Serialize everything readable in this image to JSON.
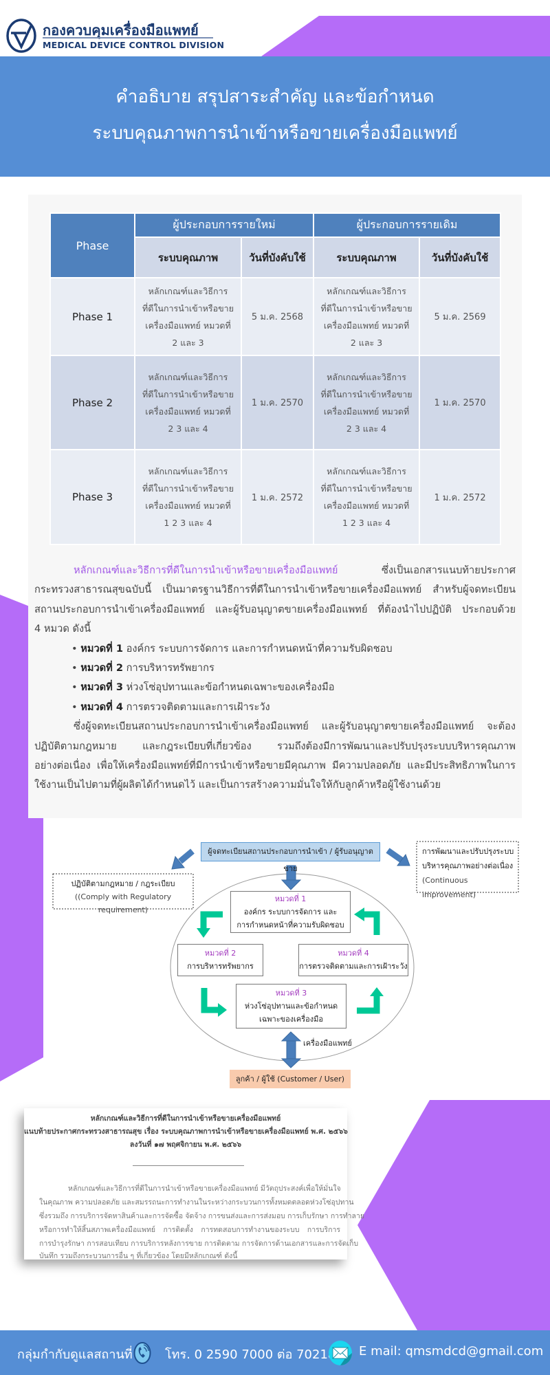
{
  "header": {
    "org_name_th": "กองควบคุมเครื่องมือแพทย์",
    "org_name_en": "MEDICAL DEVICE CONTROL DIVISION",
    "title_line1": "คำอธิบาย สรุปสาระสำคัญ และข้อกำหนด",
    "title_line2": "ระบบคุณภาพการนำเข้าหรือขายเครื่องมือแพทย์"
  },
  "colors": {
    "accent_blue": "#558ed5",
    "accent_purple": "#b56cf8",
    "table_header": "#4f81bd",
    "highlight": "#a25ae6",
    "arrow_green": "#00c896"
  },
  "table": {
    "phase_header": "Phase",
    "group_new": "ผู้ประกอบการรายใหม่",
    "group_existing": "ผู้ประกอบการรายเดิม",
    "col_system": "ระบบคุณภาพ",
    "col_date": "วันที่บังคับใช้",
    "rows": [
      {
        "phase": "Phase 1",
        "new_system": [
          "หลักเกณฑ์และวิธีการ",
          "ที่ดีในการนำเข้าหรือขาย",
          "เครื่องมือแพทย์ หมวดที่",
          "2 และ 3"
        ],
        "new_date": "5 ม.ค. 2568",
        "old_system": [
          "หลักเกณฑ์และวิธีการ",
          "ที่ดีในการนำเข้าหรือขาย",
          "เครื่องมือแพทย์ หมวดที่",
          "2 และ 3"
        ],
        "old_date": "5 ม.ค. 2569"
      },
      {
        "phase": "Phase 2",
        "new_system": [
          "หลักเกณฑ์และวิธีการ",
          "ที่ดีในการนำเข้าหรือขาย",
          "เครื่องมือแพทย์ หมวดที่",
          "2  3  และ 4"
        ],
        "new_date": "1 ม.ค. 2570",
        "old_system": [
          "หลักเกณฑ์และวิธีการ",
          "ที่ดีในการนำเข้าหรือขาย",
          "เครื่องมือแพทย์ หมวดที่",
          "2  3  และ 4"
        ],
        "old_date": "1 ม.ค. 2570"
      },
      {
        "phase": "Phase 3",
        "new_system": [
          "หลักเกณฑ์และวิธีการ",
          "ที่ดีในการนำเข้าหรือขาย",
          "เครื่องมือแพทย์ หมวดที่",
          "1 2  3  และ 4"
        ],
        "new_date": "1 ม.ค. 2572",
        "old_system": [
          "หลักเกณฑ์และวิธีการ",
          "ที่ดีในการนำเข้าหรือขาย",
          "เครื่องมือแพทย์ หมวดที่",
          "1 2  3  และ 4"
        ],
        "old_date": "1 ม.ค. 2572"
      }
    ]
  },
  "intro": {
    "highlight": "หลักเกณฑ์และวิธีการที่ดีในการนำเข้าหรือขายเครื่องมือแพทย์",
    "line1_rest": " ซึ่งเป็นเอกสารแนบท้ายประกาศ",
    "line2": "กระทรวงสาธารณสุขฉบับนี้ เป็นมาตรฐานวิธีการที่ดีในการนำเข้าหรือขายเครื่องมือแพทย์ สำหรับผู้จดทะเบียน",
    "line3": "สถานประกอบการนำเข้าเครื่องมือแพทย์ และผู้รับอนุญาตขายเครื่องมือแพทย์ ที่ต้องนำไปปฏิบัติ ประกอบด้วย",
    "line4": "4 หมวด ดังนี้",
    "bullets": [
      {
        "label": "หมวดที่ 1",
        "text": " องค์กร ระบบการจัดการ และการกำหนดหน้าที่ความรับผิดชอบ"
      },
      {
        "label": "หมวดที่ 2",
        "text": " การบริหารทรัพยากร"
      },
      {
        "label": "หมวดที่ 3",
        "text": " ห่วงโซ่อุปทานและข้อกำหนดเฉพาะของเครื่องมือ"
      },
      {
        "label": "หมวดที่ 4",
        "text": " การตรวจติดตามและการเฝ้าระวัง"
      }
    ],
    "closing_lines": [
      "ซึ่งผู้จดทะเบียนสถานประกอบการนำเข้าเครื่องมือแพทย์ และผู้รับอนุญาตขายเครื่องมือแพทย์ จะต้อง",
      "ปฏิบัติตามกฎหมาย และกฎระเบียบที่เกี่ยวข้อง รวมถึงต้องมีการพัฒนาและปรับปรุงระบบบริหารคุณภาพ",
      "อย่างต่อเนื่อง เพื่อให้เครื่องมือแพทย์ที่มีการนำเข้าหรือขายมีคุณภาพ มีความปลอดภัย และมีประสิทธิภาพในการ",
      "ใช้งานเป็นไปตามที่ผู้ผลิตได้กำหนดไว้ และเป็นการสร้างความมั่นใจให้กับลูกค้าหรือผู้ใช้งานด้วย"
    ]
  },
  "diagram": {
    "top": "ผู้จดทะเบียนสถานประกอบการนำเข้า / ผู้รับอนุญาตขาย",
    "left_line1": "ปฏิบัติตามกฎหมาย / กฎระเบียบ",
    "left_line2": "((Comply with Regulatory requirement)",
    "right_line1": "การพัฒนาและปรับปรุงระบบ",
    "right_line2": "บริหารคุณภาพอย่างต่อเนื่อง",
    "right_line3": "(Continuous improvement)",
    "cat1_title": "หมวดที่ 1",
    "cat1_line1": "องค์กร ระบบการจัดการ และ",
    "cat1_line2": "การกำหนดหน้าที่ความรับผิดชอบ",
    "cat2_title": "หมวดที่ 2",
    "cat2_line1": "การบริหารทรัพยากร",
    "cat3_title": "หมวดที่ 3",
    "cat3_line1": "ห่วงโซ่อุปทานและข้อกำหนด",
    "cat3_line2": "เฉพาะของเครื่องมือ",
    "cat4_title": "หมวดที่ 4",
    "cat4_line1": "การตรวจติดตามและการเฝ้าระวัง",
    "device_label": "เครื่องมือแพทย์",
    "customer": "ลูกค้า / ผู้ใช้  (Customer / User)"
  },
  "document": {
    "title1": "หลักเกณฑ์และวิธีการที่ดีในการนำเข้าหรือขายเครื่องมือแพทย์",
    "title2": "แนบท้ายประกาศกระทรวงสาธารณสุข เรื่อง ระบบคุณภาพการนำเข้าหรือขายเครื่องมือแพทย์ พ.ศ. ๒๕๖๖",
    "title3": "ลงวันที่ ๑๗ พฤศจิกายน  พ.ศ. ๒๕๖๖",
    "body": [
      "หลักเกณฑ์และวิธีการที่ดีในการนำเข้าหรือขายเครื่องมือแพทย์ มีวัตถุประสงค์เพื่อให้มั่นใจ",
      "ในคุณภาพ ความปลอดภัย และสมรรถนะการทำงานในระหว่างกระบวนการทั้งหมดตลอดห่วงโซ่อุปทาน",
      "ซึ่งรวมถึง การบริการจัดหาสินค้าและการจัดซื้อ จัดจ้าง การขนส่งและการส่งมอบ การเก็บรักษา การทำลาย",
      "หรือการทำให้สิ้นสภาพเครื่องมือแพทย์ การติดตั้ง การทดสอบการทำงานของระบบ การบริการ",
      "การบำรุงรักษา การสอบเทียบ การบริการหลังการขาย การติดตาม การจัดการด้านเอกสารและการจัดเก็บ",
      "บันทึก รวมถึงกระบวนการอื่น ๆ ที่เกี่ยวข้อง โดยมีหลักเกณฑ์ ดังนี้"
    ]
  },
  "footer": {
    "group": "กลุ่มกำกับดูแลสถานที่",
    "phone": "โทร. 0 2590 7000 ต่อ 70218",
    "email": "E mail: qmsmdcd@gmail.com",
    "phone_icon": "phone-icon",
    "email_icon": "envelope-icon"
  }
}
